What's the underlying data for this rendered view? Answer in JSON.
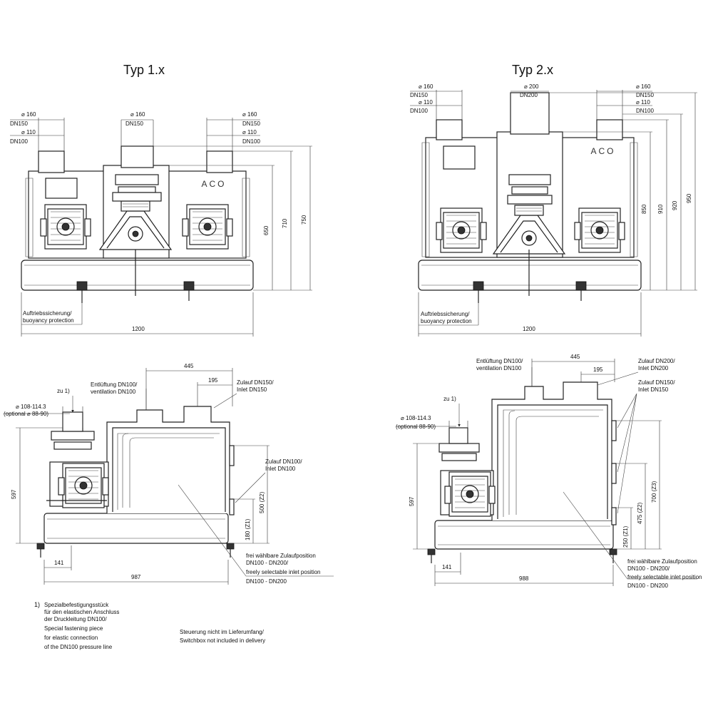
{
  "views": {
    "type1_title": "Typ 1.x",
    "type2_title": "Typ 2.x",
    "logo": "ACO",
    "t1_front": {
      "pipe_left": [
        "⌀ 160",
        "DN150",
        "⌀ 110",
        "DN100"
      ],
      "pipe_center": [
        "⌀ 160",
        "DN150"
      ],
      "pipe_right": [
        "⌀ 160",
        "DN150",
        "⌀ 110",
        "DN100"
      ],
      "h650": "650",
      "h710": "710",
      "h750": "750",
      "width": "1200",
      "buoyancy": [
        "Auftriebssicherung/",
        "buoyancy protection"
      ]
    },
    "t2_front": {
      "pipe_left": [
        "⌀ 160",
        "DN150",
        "⌀ 110",
        "DN100"
      ],
      "pipe_center": [
        "⌀ 200",
        "DN200"
      ],
      "pipe_right": [
        "⌀ 160",
        "DN150",
        "⌀ 110",
        "DN100"
      ],
      "h850": "850",
      "h910": "910",
      "h920": "920",
      "h950": "950",
      "width": "1200",
      "buoyancy": [
        "Auftriebssicherung/",
        "buoyancy protection"
      ]
    },
    "t1_side": {
      "zu1": "zu 1)",
      "flange": [
        "⌀ 108-114.3",
        "(optional ⌀ 88-90)"
      ],
      "vent": [
        "Entlüftung DN100/",
        "ventilation DN100"
      ],
      "w445": "445",
      "w195": "195",
      "inlet150": [
        "Zulauf DN150/",
        "Inlet DN150"
      ],
      "inlet100": [
        "Zulauf DN100/",
        "Inlet DN100"
      ],
      "h597": "597",
      "h500": "500 (Z2)",
      "h180": "180 (Z1)",
      "w141": "141",
      "w987": "987",
      "free": [
        "frei wählbare Zulaufposition",
        "DN100 - DN200/",
        "freely selectable inlet position",
        "DN100 - DN200"
      ]
    },
    "t2_side": {
      "zu1": "zu 1)",
      "flange": [
        "⌀ 108-114.3",
        "(optional 88-90)"
      ],
      "vent": [
        "Entlüftung DN100/",
        "ventilation DN100"
      ],
      "w445": "445",
      "w195": "195",
      "inlet200": [
        "Zulauf DN200/",
        "Inlet DN200"
      ],
      "inlet150": [
        "Zulauf DN150/",
        "Inlet DN150"
      ],
      "h597": "597",
      "h700": "700 (Z3)",
      "h475": "475 (Z2)",
      "h250": "250 (Z1)",
      "w141": "141",
      "w988": "988",
      "free": [
        "frei wählbare Zulaufposition",
        "DN100 - DN200/",
        "freely selectable inlet position",
        "DN100 - DN200"
      ]
    },
    "footnote": {
      "mark": "1)",
      "lines": [
        "Spezialbefestigungsstück",
        "für den elastischen Anschluss",
        "der Druckleitung DN100/",
        "Special fastening piece",
        "for elastic connection",
        "of the DN100 pressure line"
      ]
    },
    "switchbox": [
      "Steuerung nicht im Lieferumfang/",
      "Switchbox not included in delivery"
    ]
  }
}
